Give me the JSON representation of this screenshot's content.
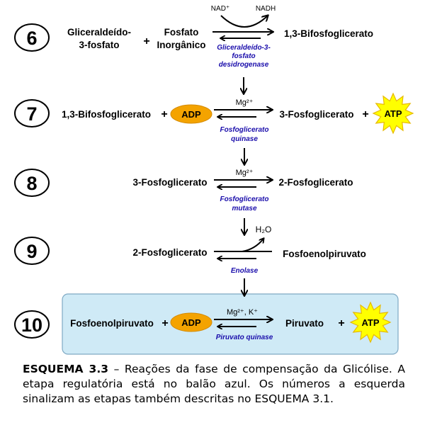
{
  "steps": [
    {
      "number": "6",
      "substrates": [
        "Gliceraldeído-\n3-fosfato",
        "+",
        "Fosfato\nInorgânico"
      ],
      "cofactor_in": "NAD⁺",
      "cofactor_out": "NADH",
      "enzyme": "Gliceraldeído-3-\nfosfato\ndesidrogenase",
      "product": "1,3-Bifosfoglicerato"
    },
    {
      "number": "7",
      "substrate": "1,3-Bifosfoglicerato",
      "plus_left": "+",
      "adp": "ADP",
      "ion": "Mg²⁺",
      "enzyme": "Fosfoglicerato\nquinase",
      "product": "3-Fosfoglicerato",
      "plus_right": "+",
      "atp": "ATP"
    },
    {
      "number": "8",
      "substrate": "3-Fosfoglicerato",
      "ion": "Mg²⁺",
      "enzyme": "Fosfoglicerato\nmutase",
      "product": "2-Fosfoglicerato"
    },
    {
      "number": "9",
      "substrate": "2-Fosfoglicerato",
      "released": "H₂O",
      "enzyme": "Enolase",
      "product": "Fosfoenolpiruvato"
    },
    {
      "number": "10",
      "substrate": "Fosfoenolpiruvato",
      "plus_left": "+",
      "adp": "ADP",
      "ions": "Mg²⁺,  K⁺",
      "enzyme": "Piruvato quinase",
      "product": "Piruvato",
      "plus_right": "+",
      "atp": "ATP"
    }
  ],
  "caption": {
    "label": "ESQUEMA 3.3",
    "text": " – Reações da fase de compensação da Glicólise. A etapa regulatória está no balão azul. Os números a esquerda sinalizam as etapas também descritas no ESQUEMA 3.1."
  },
  "colors": {
    "enzyme_text": "#1a0dab",
    "adp_fill": "#f4a300",
    "atp_fill": "#ffff00",
    "regulatory_box": "#cfeaf6"
  }
}
